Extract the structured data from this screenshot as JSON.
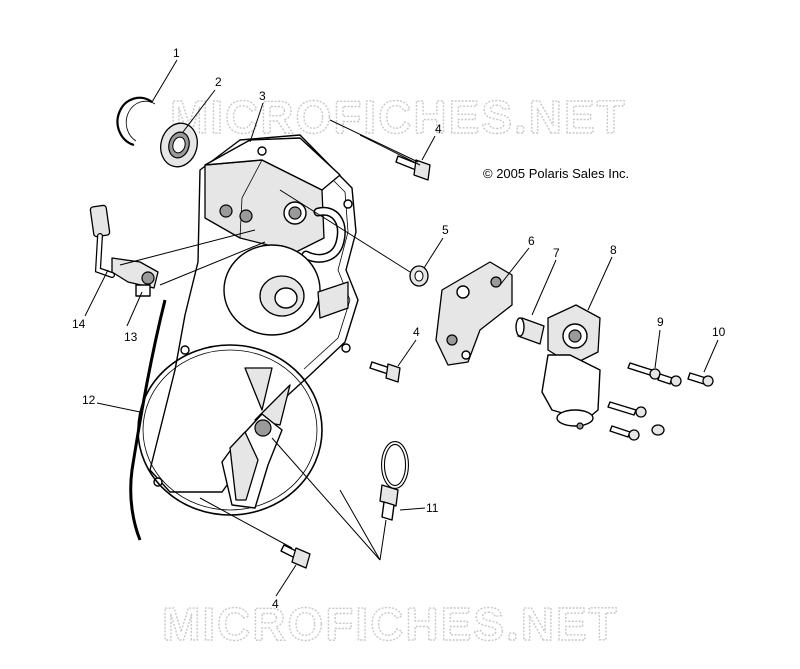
{
  "watermark": {
    "top": "MICROFICHES.NET",
    "bottom": "MICROFICHES.NET"
  },
  "copyright": "© 2005 Polaris Sales Inc.",
  "callouts": [
    "1",
    "2",
    "3",
    "4",
    "4",
    "4",
    "5",
    "6",
    "7",
    "8",
    "9",
    "10",
    "11",
    "12",
    "13",
    "14"
  ],
  "colors": {
    "line": "#000000",
    "watermark": "#c9c9c9",
    "shade": "#e6e6e6",
    "background": "#ffffff"
  }
}
